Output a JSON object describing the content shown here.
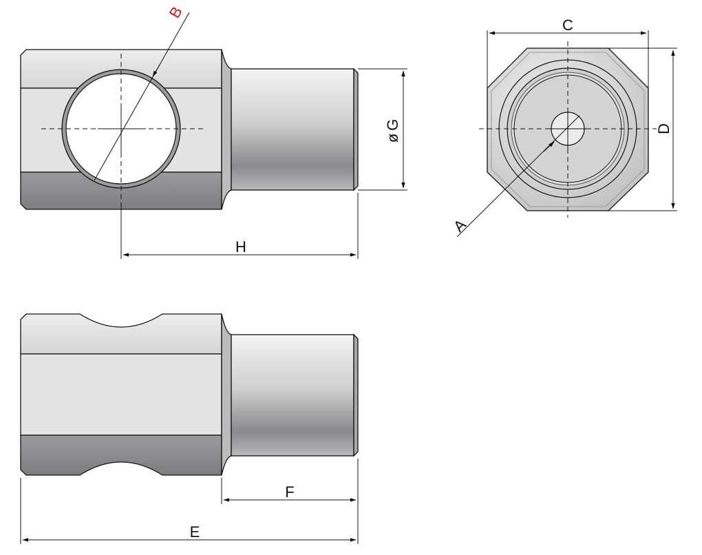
{
  "labels": {
    "A": "A",
    "B": "B",
    "C": "C",
    "D": "D",
    "E": "E",
    "F": "F",
    "G": "G",
    "H": "H",
    "diameter_symbol": "ø"
  },
  "colors": {
    "label_default": "#111111",
    "label_B": "#d9141b",
    "face_light": "#e6e6e6",
    "face_dark": "#8e8e90"
  }
}
